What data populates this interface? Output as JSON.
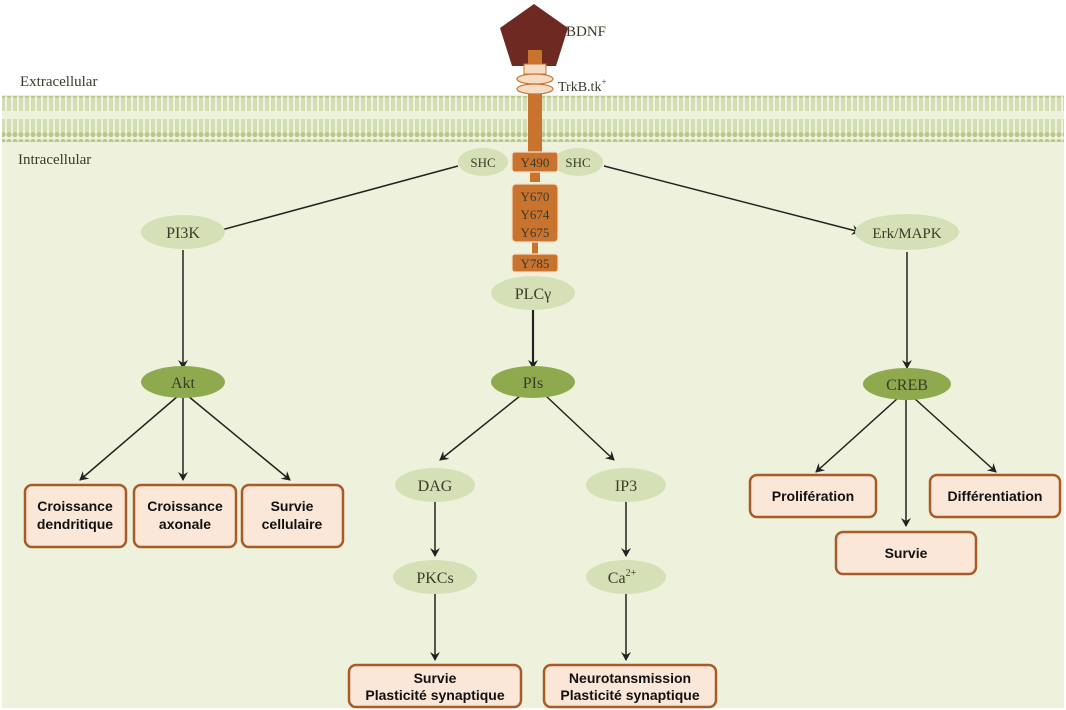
{
  "ligand": {
    "label": "BDNF"
  },
  "receptor": {
    "label": "TrkB.tk",
    "superscript": "+"
  },
  "compartments": {
    "extracellular": "Extracellular",
    "intracellular": "Intracellular"
  },
  "adaptors": {
    "shc_left": "SHC",
    "shc_right": "SHC"
  },
  "residues": {
    "y490": "Y490",
    "y670": "Y670",
    "y674": "Y674",
    "y675": "Y675",
    "y785": "Y785"
  },
  "nodes": {
    "pi3k": "PI3K",
    "erk": "Erk/MAPK",
    "plc": "PLCγ",
    "akt": "Akt",
    "pis": "PIs",
    "creb": "CREB",
    "dag": "DAG",
    "ip3": "IP3",
    "pkcs": "PKCs",
    "ca": "Ca",
    "ca_sup": "2+"
  },
  "outcomes": {
    "croissance_dendritique": [
      "Croissance",
      "dendritique"
    ],
    "croissance_axonale": [
      "Croissance",
      "axonale"
    ],
    "survie_cellulaire": [
      "Survie",
      "cellulaire"
    ],
    "proliferation": "Prolifération",
    "differentiation": "Différentiation",
    "survie": "Survie",
    "survie_plasticite": [
      "Survie",
      "Plasticité synaptique"
    ],
    "neuro_plasticite": [
      "Neurotansmission",
      "Plasticité synaptique"
    ]
  },
  "colors": {
    "cytoplasm": "#eef2dd",
    "membrane": "#b9c98b",
    "node_light": "#d6e0b6",
    "node_dark": "#8faa4e",
    "receptor": "#c8742e",
    "receptor_light": "#f5dcc4",
    "ligand": "#6e2a22",
    "box_fill": "#fbe7d7",
    "box_stroke": "#a85a28"
  }
}
